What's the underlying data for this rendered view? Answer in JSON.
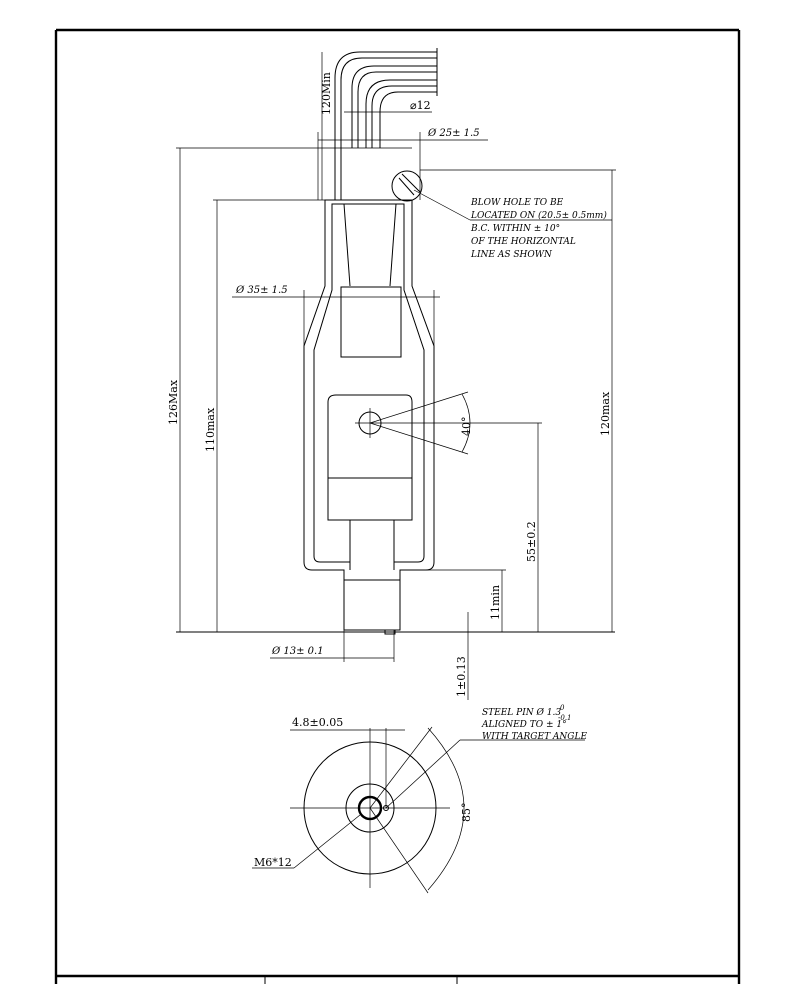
{
  "drawing": {
    "dims": {
      "lead_min": "120Min",
      "wire_dia": "⌀12",
      "top_dia": "Ø 25± 1.5",
      "body_dia": "Ø 35± 1.5",
      "overall_max": "126Max",
      "body_max": "110max",
      "right_max": "120max",
      "angle": "40°",
      "sensor_pos": "55±0.2",
      "stem_min": "11min",
      "stem_dia": "Ø 13± 0.1",
      "pin_offset": "1±0.13",
      "pin_spacing": "4.8±0.05",
      "thread": "M6*12",
      "arc_angle": "85°"
    },
    "notes": {
      "blow_hole": [
        "BLOW HOLE TO BE",
        "LOCATED ON (20.5± 0.5mm)",
        "B.C. WITHIN ± 10°",
        "OF THE HORIZONTAL",
        "LINE AS SHOWN"
      ],
      "steel_pin": [
        "STEEL PIN Ø 1.3",
        "ALIGNED TO ± 1°",
        "WITH TARGET ANGLE"
      ],
      "steel_pin_tol_upper": "0",
      "steel_pin_tol_lower": "-0.1"
    }
  }
}
